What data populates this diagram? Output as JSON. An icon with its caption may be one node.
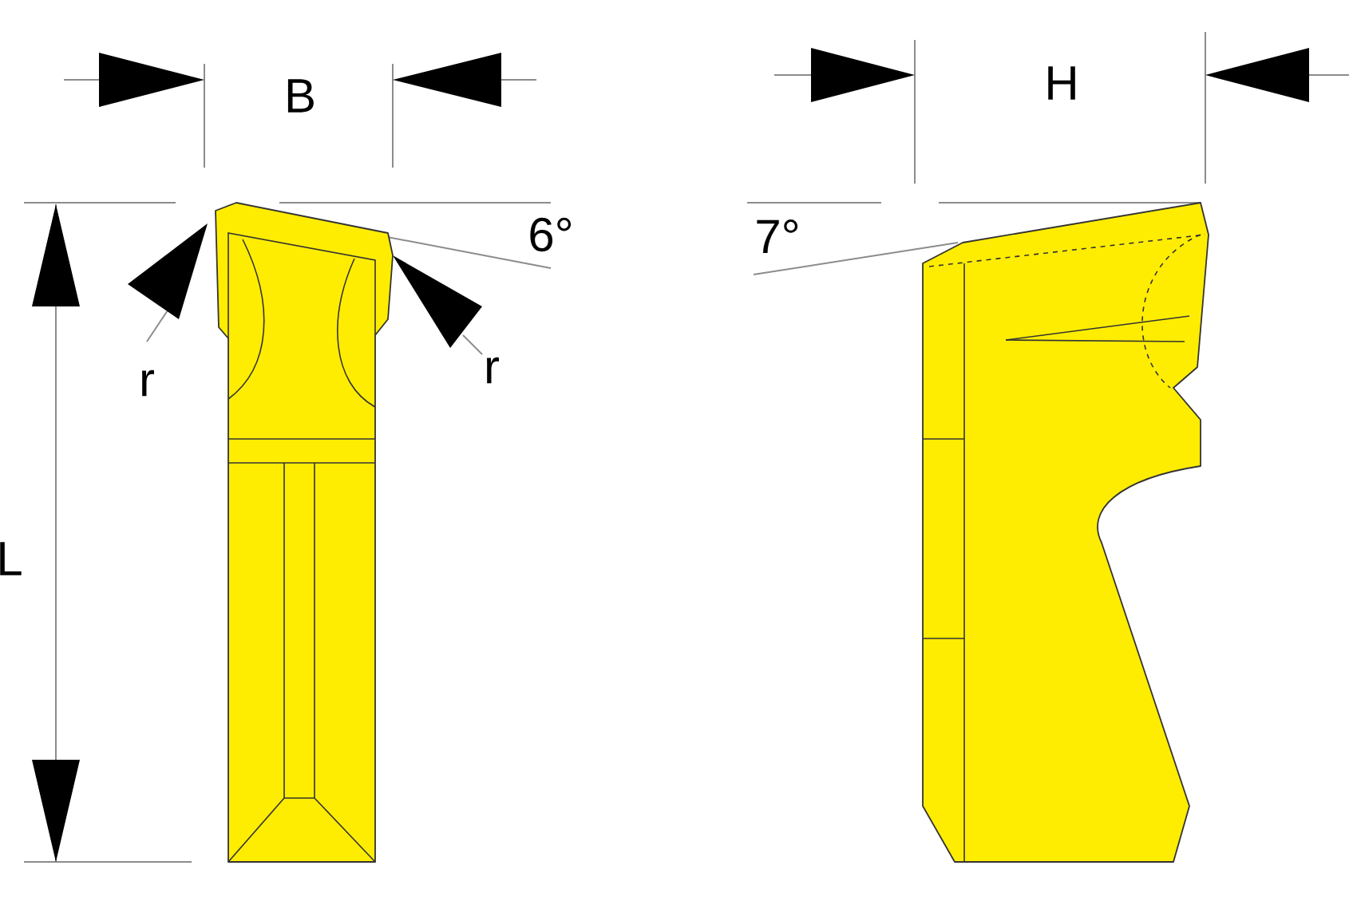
{
  "diagram": {
    "labels": [
      "B",
      "H",
      "6°",
      "7°",
      "r",
      "r",
      "L"
    ]
  }
}
